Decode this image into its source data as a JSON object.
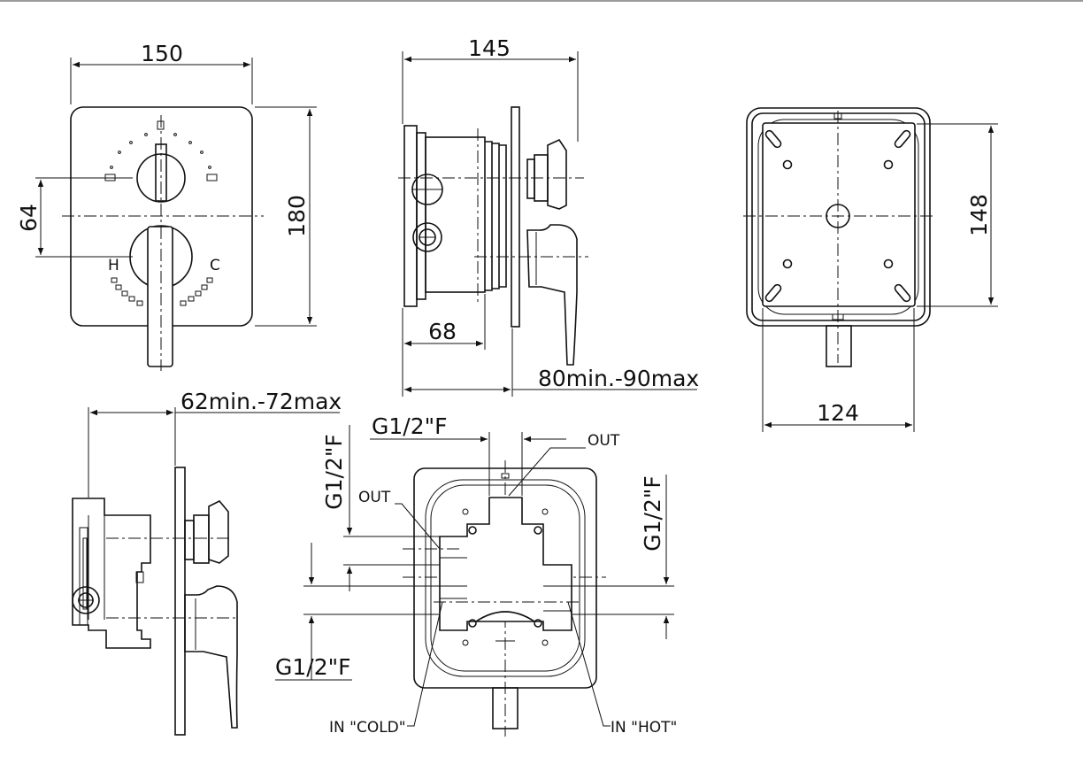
{
  "dimensions": {
    "front_width": "150",
    "front_height": "180",
    "handle_spacing": "64",
    "side_depth": "145",
    "side_body_depth": "68",
    "side_wall_range": "80min.-90max",
    "rear_width": "124",
    "rear_height": "148",
    "detail_wall_range": "62min.-72max",
    "thread_top": "G1/2\"F",
    "thread_left": "G1/2\"F",
    "thread_right": "G1/2\"F",
    "thread_bottom": "G1/2\"F"
  },
  "callouts": {
    "out_top": "OUT",
    "out_left": "OUT",
    "in_cold": "IN \"COLD\"",
    "in_hot": "IN \"HOT\""
  },
  "marks": {
    "hot": "H",
    "cold": "C"
  }
}
